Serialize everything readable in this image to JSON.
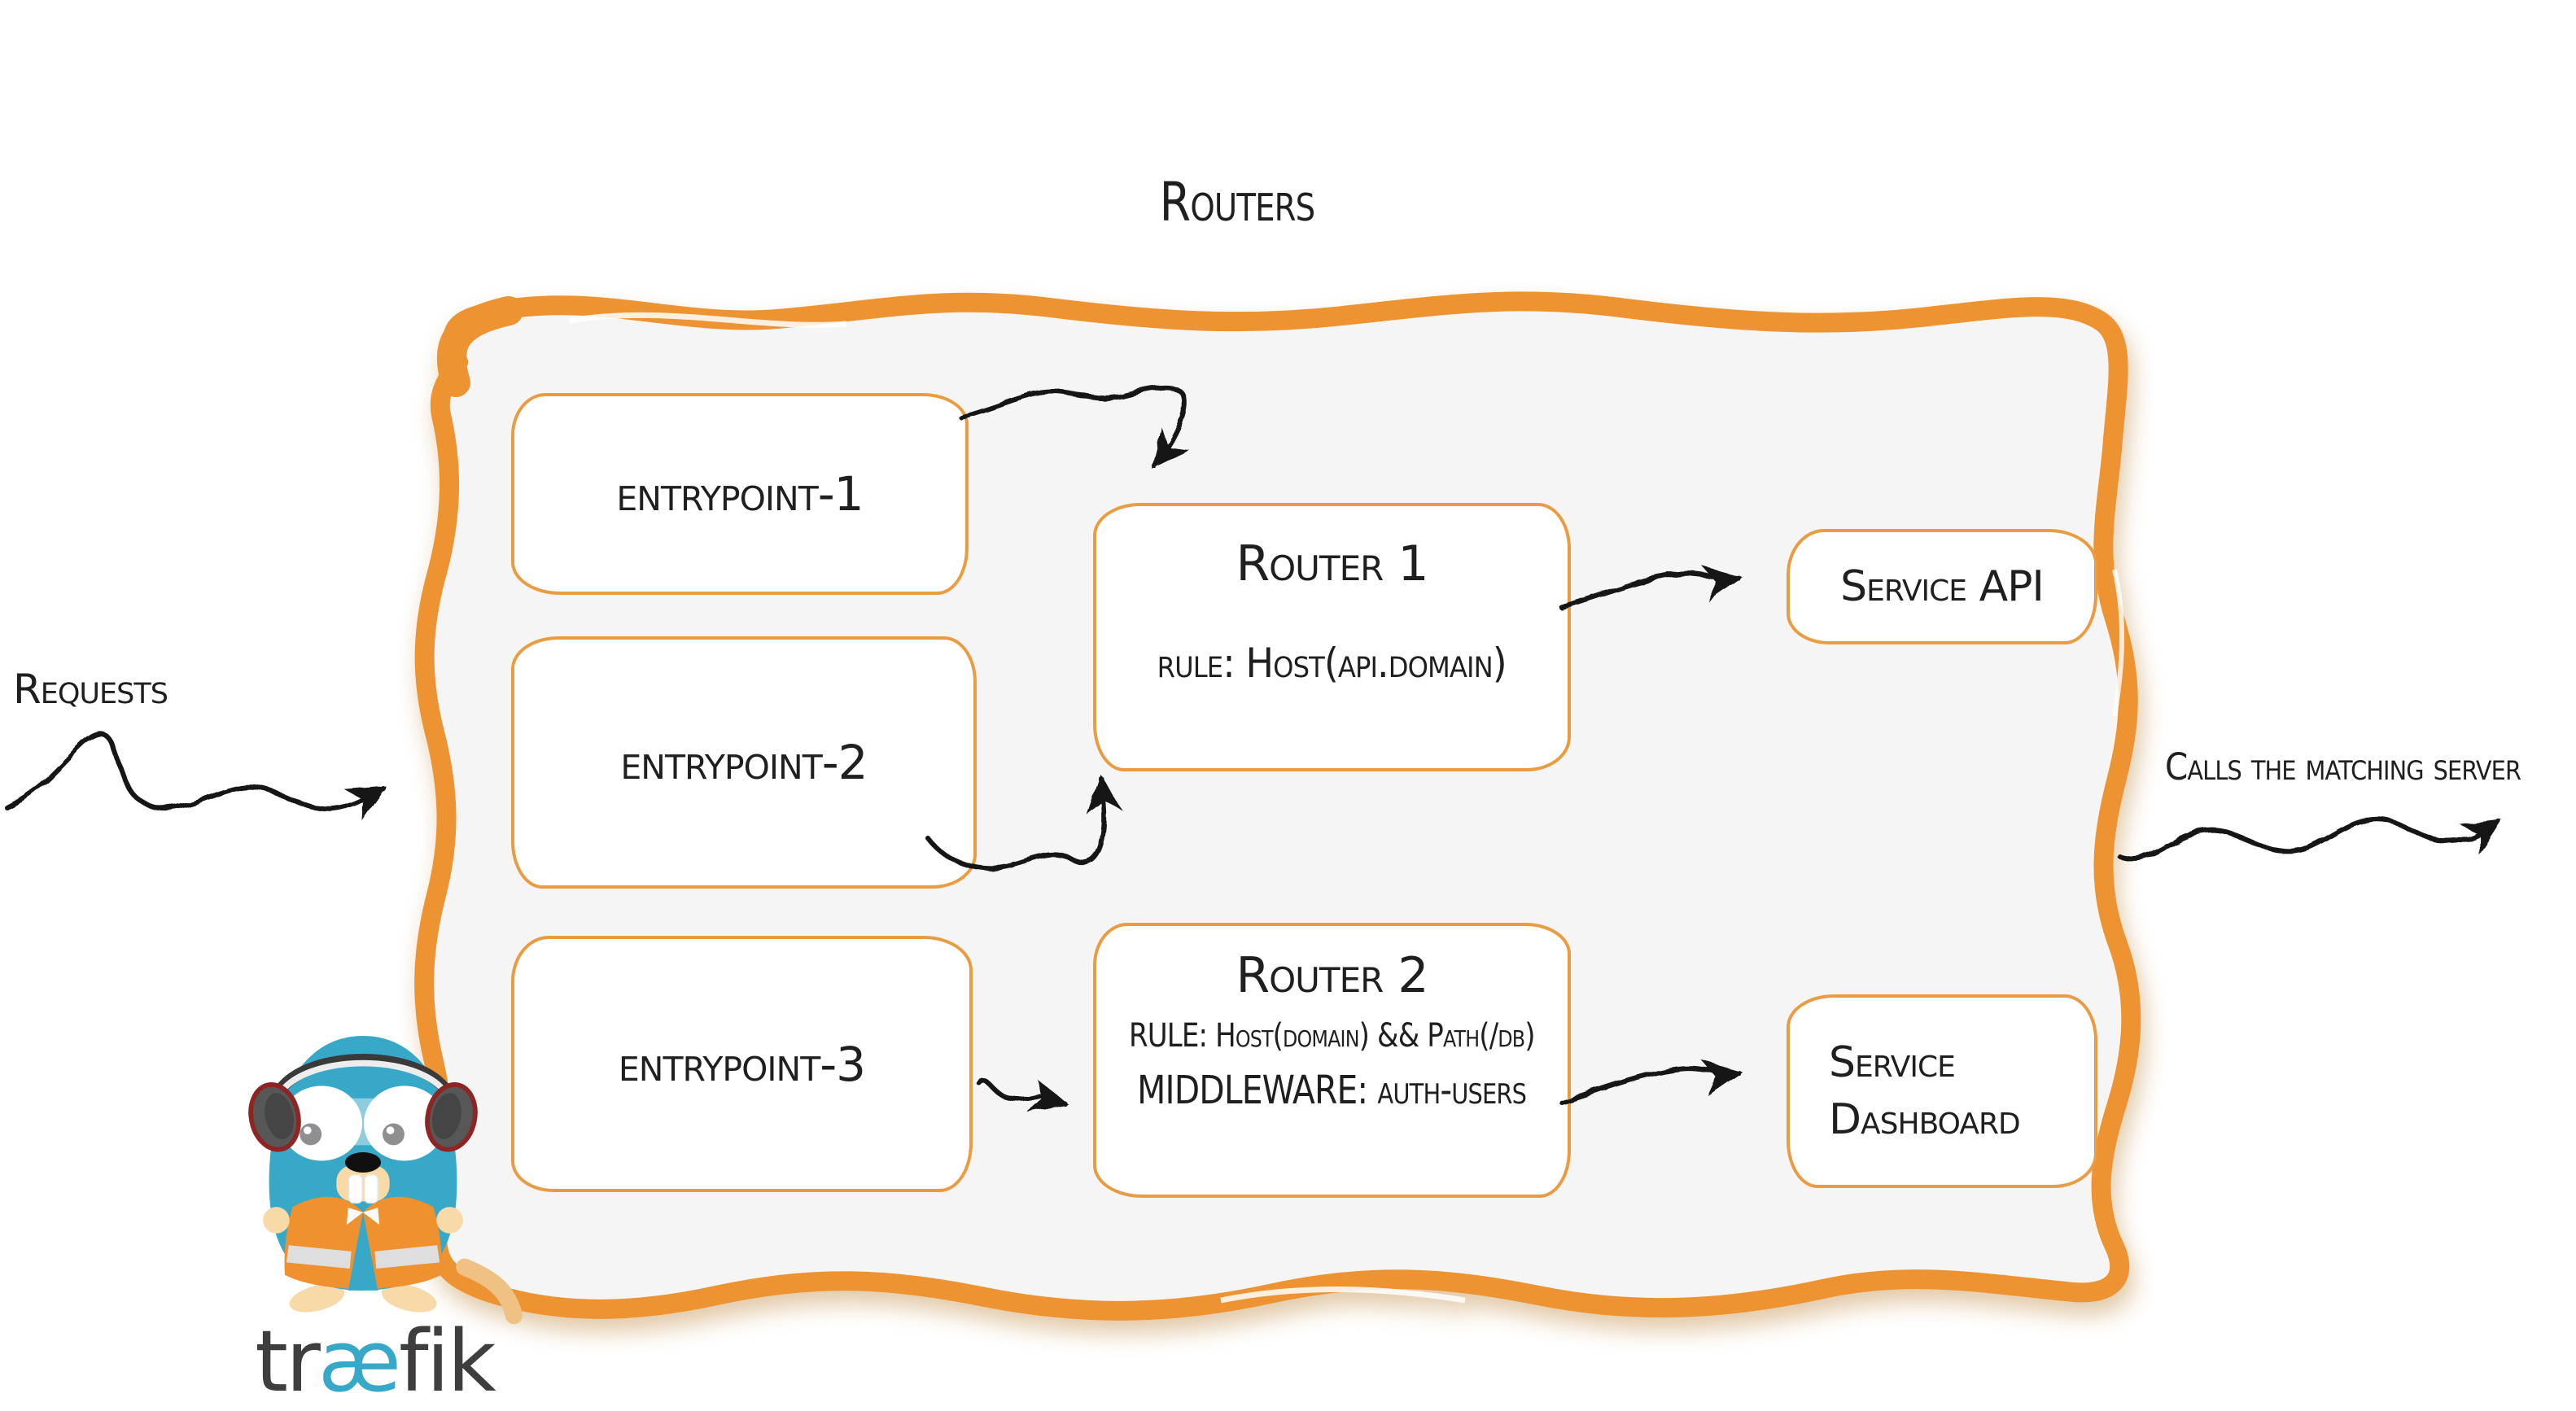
{
  "title": "Routers",
  "labels": {
    "requests": "Requests",
    "calls": "Calls the matching server"
  },
  "entrypoints": [
    {
      "label": "entrypoint-1"
    },
    {
      "label": "entrypoint-2"
    },
    {
      "label": "entrypoint-3"
    }
  ],
  "routers": [
    {
      "title": "Router 1",
      "rule": "rule: Host(api.domain)"
    },
    {
      "title": "Router 2",
      "rule": "RULE: Host(domain) && Path(/db)",
      "middleware": "MIDDLEWARE: auth-users"
    }
  ],
  "services": [
    {
      "label": "Service API"
    },
    {
      "label": "Service Dashboard"
    }
  ],
  "logo": {
    "tr": "tr",
    "ae": "æ",
    "fik": "fik"
  },
  "colors": {
    "container_border": "#ED9332",
    "box_border": "#EA9C43",
    "container_fill": "#F5F5F5",
    "box_fill": "#FFFFFF",
    "text": "#1F1F1F",
    "arrow": "#141414",
    "mascot_teal": "#38A8C8",
    "vest_orange": "#F0912F",
    "wordmark_gray": "#3E3E3E"
  }
}
